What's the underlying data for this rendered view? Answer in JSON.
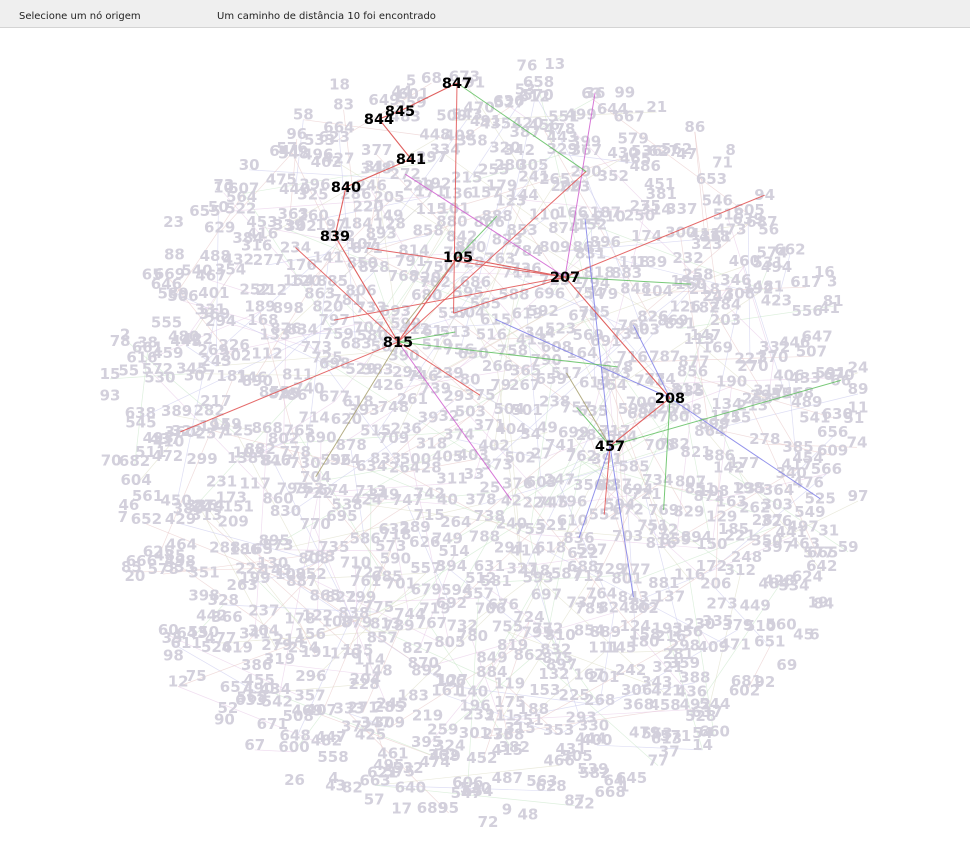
{
  "status": {
    "left_message": "Selecione um nó origem",
    "right_message": "Um caminho de distância 10 foi encontrado"
  },
  "colors": {
    "background_node_label": "#d3d0dc",
    "highlight_node_label": "#000000",
    "path_edge": "#e0605f",
    "faint_edges": [
      "#e6c5c5",
      "#c8c8ec",
      "#c8e6c8",
      "#e6c8e6",
      "#dcdcc4"
    ],
    "strong_edges": [
      "#e05050",
      "#8080e8",
      "#60c060",
      "#d060d0",
      "#a8a070"
    ]
  },
  "path": [
    "847",
    "845",
    "844",
    "841",
    "840",
    "839",
    "815",
    "105",
    "207",
    "208",
    "457"
  ],
  "highlighted_nodes": [
    {
      "id": "847"
    },
    {
      "id": "845"
    },
    {
      "id": "844"
    },
    {
      "id": "841"
    },
    {
      "id": "840"
    },
    {
      "id": "839"
    },
    {
      "id": "815"
    },
    {
      "id": "105"
    },
    {
      "id": "207"
    },
    {
      "id": "208"
    },
    {
      "id": "457"
    }
  ],
  "background_nodes": [
    "402",
    "403",
    "371",
    "373",
    "374",
    "404",
    "33",
    "503",
    "502",
    "405",
    "504",
    "25",
    "32",
    "34",
    "311",
    "375",
    "376",
    "318",
    "501",
    "378",
    "29",
    "27",
    "28",
    "79",
    "42",
    "39",
    "49",
    "40",
    "80",
    "603",
    "500",
    "267",
    "738",
    "739",
    "741",
    "742",
    "266",
    "224",
    "236",
    "238",
    "264",
    "239",
    "247",
    "264",
    "365",
    "240",
    "261",
    "699",
    "715",
    "650",
    "745",
    "709",
    "659",
    "788",
    "746",
    "762",
    "747",
    "758",
    "753",
    "748",
    "757",
    "749",
    "756",
    "796",
    "833",
    "790",
    "291",
    "292",
    "283",
    "289",
    "516",
    "521",
    "515",
    "517",
    "514",
    "519",
    "356",
    "349",
    "413",
    "414",
    "426",
    "635",
    "626",
    "513",
    "610",
    "634",
    "608",
    "631",
    "390",
    "391",
    "632",
    "615",
    "618",
    "393",
    "614",
    "394",
    "61",
    "62",
    "713",
    "344",
    "327",
    "383",
    "717",
    "718",
    "804",
    "836",
    "878",
    "164",
    "512",
    "412",
    "837",
    "424",
    "619",
    "418",
    "618",
    "554",
    "557",
    "537",
    "552",
    "524",
    "523",
    "581",
    "567",
    "584",
    "573",
    "565",
    "622",
    "620",
    "583",
    "594",
    "599",
    "594",
    "538",
    "592",
    "593",
    "529",
    "598",
    "590",
    "595",
    "597",
    "596",
    "569",
    "557",
    "580",
    "585",
    "586",
    "588",
    "587",
    "677",
    "678",
    "679",
    "680",
    "672",
    "674",
    "675",
    "676",
    "683",
    "684",
    "685",
    "686",
    "688",
    "690",
    "691",
    "692",
    "693",
    "694",
    "695",
    "696",
    "697",
    "698",
    "700",
    "701",
    "702",
    "703",
    "704",
    "705",
    "706",
    "707",
    "708",
    "710",
    "711",
    "712",
    "714",
    "716",
    "719",
    "720",
    "721",
    "722",
    "723",
    "724",
    "725",
    "726",
    "727",
    "728",
    "729",
    "730",
    "731",
    "732",
    "733",
    "734",
    "735",
    "736",
    "737",
    "740",
    "743",
    "744",
    "750",
    "751",
    "752",
    "754",
    "755",
    "759",
    "760",
    "761",
    "763",
    "764",
    "765",
    "766",
    "767",
    "768",
    "769",
    "770",
    "771",
    "772",
    "773",
    "774",
    "775",
    "776",
    "777",
    "778",
    "779",
    "780",
    "781",
    "782",
    "783",
    "784",
    "785",
    "786",
    "787",
    "789",
    "791",
    "792",
    "793",
    "794",
    "795",
    "797",
    "798",
    "799",
    "800",
    "801",
    "802",
    "803",
    "805",
    "806",
    "807",
    "808",
    "809",
    "810",
    "811",
    "812",
    "813",
    "814",
    "816",
    "817",
    "818",
    "819",
    "820",
    "821",
    "822",
    "823",
    "824",
    "825",
    "826",
    "827",
    "828",
    "829",
    "830",
    "831",
    "832",
    "834",
    "835",
    "838",
    "842",
    "843",
    "846",
    "848",
    "849",
    "850",
    "851",
    "852",
    "853",
    "854",
    "855",
    "856",
    "857",
    "858",
    "859",
    "860",
    "861",
    "862",
    "863",
    "864",
    "865",
    "866",
    "867",
    "868",
    "869",
    "870",
    "871",
    "872",
    "873",
    "874",
    "875",
    "876",
    "877",
    "879",
    "880",
    "881",
    "882",
    "883",
    "884",
    "885",
    "886",
    "887",
    "888",
    "889",
    "890",
    "891",
    "892",
    "893",
    "894",
    "895",
    "896",
    "897",
    "898",
    "899",
    "100",
    "101",
    "102",
    "103",
    "104",
    "106",
    "107",
    "108",
    "109",
    "110",
    "111",
    "112",
    "113",
    "114",
    "115",
    "116",
    "117",
    "118",
    "119",
    "120",
    "121",
    "122",
    "123",
    "124",
    "125",
    "126",
    "127",
    "128",
    "129",
    "130",
    "131",
    "132",
    "133",
    "134",
    "135",
    "136",
    "137",
    "138",
    "139",
    "140",
    "141",
    "142",
    "143",
    "144",
    "145",
    "146",
    "147",
    "148",
    "149",
    "150",
    "151",
    "152",
    "153",
    "154",
    "155",
    "156",
    "157",
    "158",
    "159",
    "160",
    "161",
    "162",
    "163",
    "165",
    "166",
    "167",
    "168",
    "169",
    "170",
    "171",
    "172",
    "173",
    "174",
    "175",
    "176",
    "177",
    "178",
    "179",
    "180",
    "181",
    "182",
    "183",
    "184",
    "185",
    "186",
    "187",
    "188",
    "189",
    "190",
    "191",
    "192",
    "193",
    "194",
    "195",
    "196",
    "197",
    "198",
    "199",
    "200",
    "201",
    "202",
    "203",
    "204",
    "205",
    "206",
    "209",
    "210",
    "211",
    "212",
    "213",
    "214",
    "215",
    "216",
    "217",
    "218",
    "219",
    "220",
    "221",
    "222",
    "223",
    "225",
    "226",
    "227",
    "228",
    "229",
    "230",
    "231",
    "232",
    "233",
    "234",
    "235",
    "237",
    "241",
    "242",
    "243",
    "244",
    "245",
    "246",
    "248",
    "249",
    "250",
    "251",
    "252",
    "253",
    "254",
    "255",
    "256",
    "257",
    "258",
    "259",
    "260",
    "262",
    "263",
    "265",
    "268",
    "269",
    "270",
    "271",
    "272",
    "273",
    "274",
    "275",
    "276",
    "277",
    "278",
    "279",
    "280",
    "281",
    "282",
    "284",
    "285",
    "286",
    "287",
    "288",
    "290",
    "293",
    "294",
    "295",
    "296",
    "297",
    "298",
    "299",
    "300",
    "301",
    "302",
    "303",
    "304",
    "305",
    "306",
    "307",
    "308",
    "309",
    "310",
    "312",
    "313",
    "314",
    "315",
    "316",
    "317",
    "319",
    "320",
    "321",
    "322",
    "323",
    "324",
    "325",
    "326",
    "328",
    "329",
    "330",
    "331",
    "332",
    "333",
    "334",
    "335",
    "336",
    "337",
    "338",
    "339",
    "340",
    "341",
    "342",
    "343",
    "345",
    "346",
    "347",
    "348",
    "350",
    "351",
    "352",
    "353",
    "354",
    "355",
    "357",
    "358",
    "359",
    "360",
    "361",
    "362",
    "363",
    "364",
    "366",
    "367",
    "368",
    "369",
    "370",
    "372",
    "377",
    "379",
    "380",
    "381",
    "382",
    "384",
    "385",
    "386",
    "387",
    "388",
    "389",
    "392",
    "395",
    "396",
    "397",
    "398",
    "399",
    "400",
    "401",
    "406",
    "407",
    "408",
    "409",
    "410",
    "411",
    "415",
    "416",
    "417",
    "419",
    "420",
    "421",
    "422",
    "423",
    "425",
    "427",
    "428",
    "429",
    "430",
    "431",
    "432",
    "433",
    "434",
    "435",
    "436",
    "437",
    "438",
    "439",
    "440",
    "441",
    "442",
    "443",
    "444",
    "445",
    "446",
    "447",
    "448",
    "449",
    "450",
    "451",
    "452",
    "453",
    "454",
    "455",
    "456",
    "458",
    "459",
    "460",
    "461",
    "462",
    "463",
    "464",
    "465",
    "466",
    "467",
    "468",
    "469",
    "470",
    "471",
    "472",
    "473",
    "474",
    "475",
    "476",
    "477",
    "478",
    "479",
    "480",
    "481",
    "482",
    "483",
    "484",
    "485",
    "486",
    "487",
    "488",
    "489",
    "490",
    "491",
    "492",
    "493",
    "494",
    "495",
    "496",
    "497",
    "498",
    "499",
    "505",
    "506",
    "507",
    "508",
    "509",
    "510",
    "511",
    "518",
    "520",
    "522",
    "525",
    "526",
    "527",
    "528",
    "530",
    "531",
    "532",
    "533",
    "534",
    "535",
    "536",
    "539",
    "540",
    "541",
    "542",
    "543",
    "544",
    "545",
    "546",
    "547",
    "548",
    "549",
    "550",
    "551",
    "553",
    "555",
    "556",
    "558",
    "559",
    "560",
    "561",
    "562",
    "563",
    "564",
    "566",
    "568",
    "570",
    "571",
    "572",
    "574",
    "575",
    "576",
    "577",
    "578",
    "579",
    "582",
    "589",
    "591",
    "600",
    "601",
    "602",
    "604",
    "605",
    "606",
    "607",
    "609",
    "611",
    "612",
    "613",
    "616",
    "617",
    "621",
    "623",
    "624",
    "625",
    "627",
    "628",
    "629",
    "630",
    "633",
    "636",
    "637",
    "638",
    "639",
    "640",
    "641",
    "642",
    "643",
    "644",
    "645",
    "646",
    "647",
    "648",
    "649",
    "651",
    "652",
    "653",
    "654",
    "655",
    "656",
    "657",
    "658",
    "660",
    "661",
    "662",
    "663",
    "664",
    "665",
    "666",
    "667",
    "668",
    "669",
    "670",
    "671",
    "673",
    "681",
    "682",
    "687",
    "689",
    "30",
    "31",
    "35",
    "36",
    "37",
    "38",
    "41",
    "43",
    "44",
    "45",
    "46",
    "47",
    "48",
    "50",
    "51",
    "52",
    "53",
    "54",
    "55",
    "56",
    "57",
    "58",
    "59",
    "60",
    "63",
    "64",
    "65",
    "66",
    "67",
    "68",
    "69",
    "70",
    "71",
    "72",
    "73",
    "74",
    "75",
    "76",
    "77",
    "78",
    "81",
    "82",
    "83",
    "84",
    "85",
    "86",
    "87",
    "88",
    "89",
    "90",
    "91",
    "92",
    "93",
    "94",
    "95",
    "96",
    "97",
    "98",
    "99",
    "1",
    "2",
    "3",
    "4",
    "5",
    "6",
    "7",
    "8",
    "9",
    "10",
    "11",
    "12",
    "13",
    "14",
    "15",
    "16",
    "17",
    "18",
    "19",
    "20",
    "21",
    "22",
    "23",
    "24",
    "26"
  ]
}
